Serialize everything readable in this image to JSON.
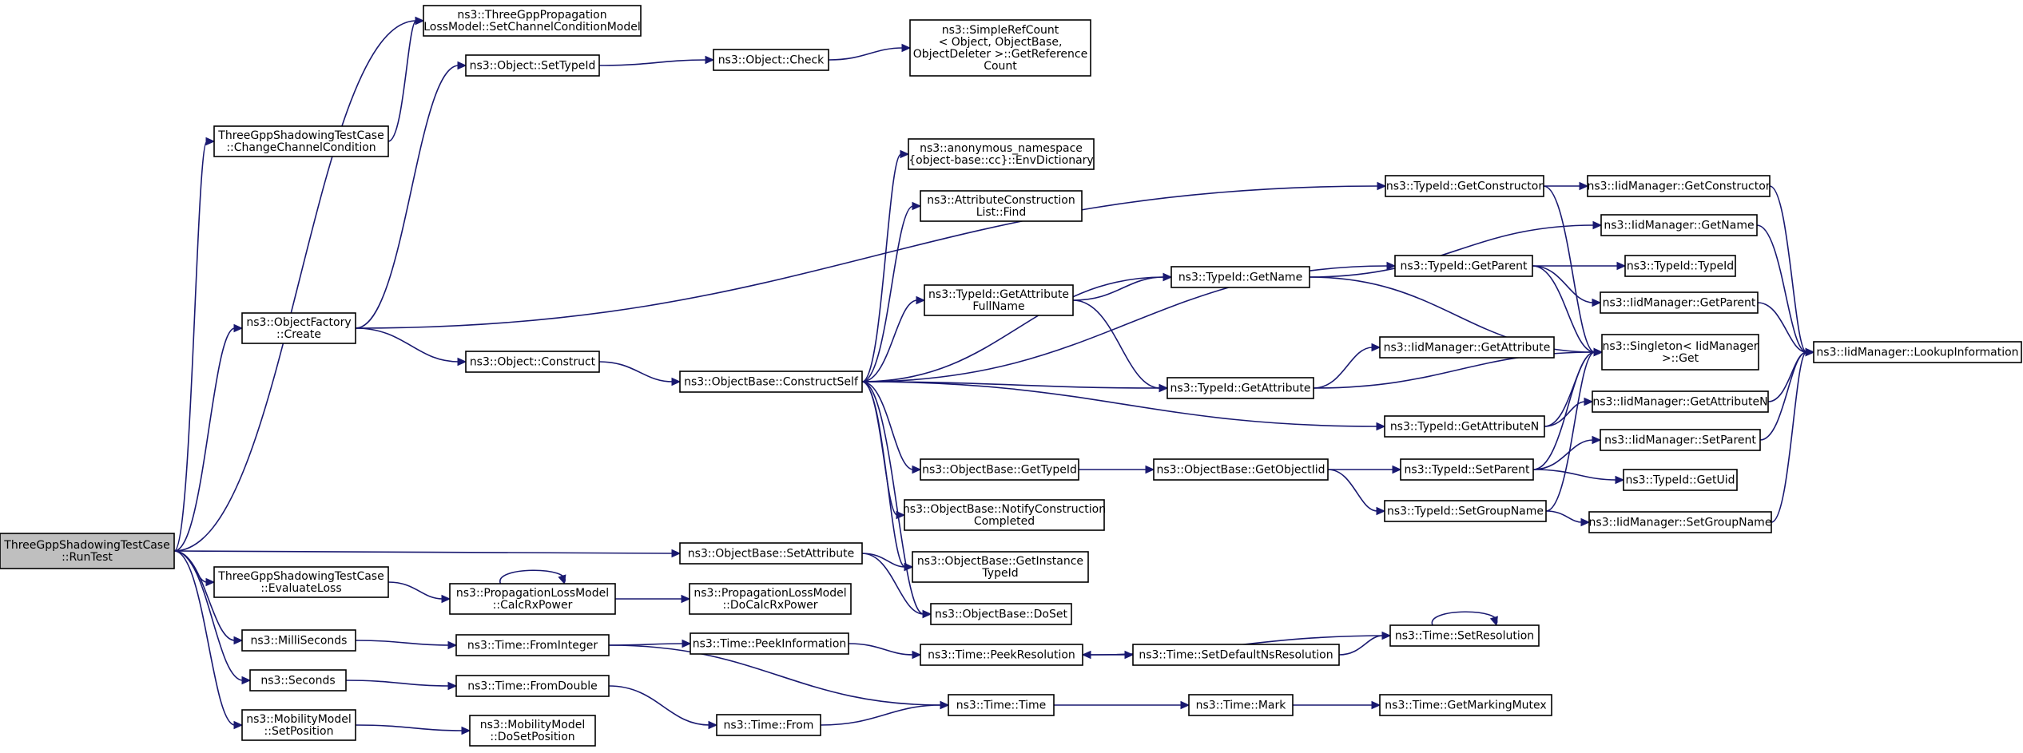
{
  "colors": {
    "edge": "#191970",
    "node_border": "#000000",
    "root_fill": "#bfbfbf",
    "node_fill": "#ffffff"
  },
  "nodes": [
    {
      "id": "run",
      "lines": [
        "ThreeGppShadowingTestCase",
        "::RunTest"
      ],
      "root": true
    },
    {
      "id": "setcc",
      "lines": [
        "ns3::ThreeGppPropagation",
        "LossModel::SetChannelConditionModel"
      ]
    },
    {
      "id": "changecc",
      "lines": [
        "ThreeGppShadowingTestCase",
        "::ChangeChannelCondition"
      ]
    },
    {
      "id": "settypeid",
      "lines": [
        "ns3::Object::SetTypeId"
      ]
    },
    {
      "id": "check",
      "lines": [
        "ns3::Object::Check"
      ]
    },
    {
      "id": "refcount",
      "lines": [
        "ns3::SimpleRefCount",
        "< Object, ObjectBase,",
        "ObjectDeleter >::GetReference",
        "Count"
      ]
    },
    {
      "id": "create",
      "lines": [
        "ns3::ObjectFactory",
        "::Create"
      ]
    },
    {
      "id": "construct",
      "lines": [
        "ns3::Object::Construct"
      ]
    },
    {
      "id": "cself",
      "lines": [
        "ns3::ObjectBase::ConstructSelf"
      ]
    },
    {
      "id": "envdict",
      "lines": [
        "ns3::anonymous_namespace",
        "{object-base::cc}::EnvDictionary"
      ]
    },
    {
      "id": "attrfind",
      "lines": [
        "ns3::AttributeConstruction",
        "List::Find"
      ]
    },
    {
      "id": "getattrfull",
      "lines": [
        "ns3::TypeId::GetAttribute",
        "FullName"
      ]
    },
    {
      "id": "getname",
      "lines": [
        "ns3::TypeId::GetName"
      ]
    },
    {
      "id": "getattr",
      "lines": [
        "ns3::TypeId::GetAttribute"
      ]
    },
    {
      "id": "getctor",
      "lines": [
        "ns3::TypeId::GetConstructor"
      ]
    },
    {
      "id": "getparent",
      "lines": [
        "ns3::TypeId::GetParent"
      ]
    },
    {
      "id": "getattrn",
      "lines": [
        "ns3::TypeId::GetAttributeN"
      ]
    },
    {
      "id": "setparent",
      "lines": [
        "ns3::TypeId::SetParent"
      ]
    },
    {
      "id": "setgroup",
      "lines": [
        "ns3::TypeId::SetGroupName"
      ]
    },
    {
      "id": "iid_getctor",
      "lines": [
        "ns3::IidManager::GetConstructor"
      ]
    },
    {
      "id": "iid_getname",
      "lines": [
        "ns3::IidManager::GetName"
      ]
    },
    {
      "id": "typeid",
      "lines": [
        "ns3::TypeId::TypeId"
      ]
    },
    {
      "id": "iid_getparent",
      "lines": [
        "ns3::IidManager::GetParent"
      ]
    },
    {
      "id": "iid_getattr",
      "lines": [
        "ns3::IidManager::GetAttribute"
      ]
    },
    {
      "id": "singleton",
      "lines": [
        "ns3::Singleton< IidManager",
        ">::Get"
      ]
    },
    {
      "id": "iid_getattrn",
      "lines": [
        "ns3::IidManager::GetAttributeN"
      ]
    },
    {
      "id": "iid_setparent",
      "lines": [
        "ns3::IidManager::SetParent"
      ]
    },
    {
      "id": "getuid",
      "lines": [
        "ns3::TypeId::GetUid"
      ]
    },
    {
      "id": "iid_setgroup",
      "lines": [
        "ns3::IidManager::SetGroupName"
      ]
    },
    {
      "id": "lookup",
      "lines": [
        "ns3::IidManager::LookupInformation"
      ]
    },
    {
      "id": "gettypeid",
      "lines": [
        "ns3::ObjectBase::GetTypeId"
      ]
    },
    {
      "id": "getobjiid",
      "lines": [
        "ns3::ObjectBase::GetObjectIid"
      ]
    },
    {
      "id": "notify",
      "lines": [
        "ns3::ObjectBase::NotifyConstruction",
        "Completed"
      ]
    },
    {
      "id": "getinst",
      "lines": [
        "ns3::ObjectBase::GetInstance",
        "TypeId"
      ]
    },
    {
      "id": "doset",
      "lines": [
        "ns3::ObjectBase::DoSet"
      ]
    },
    {
      "id": "setattr",
      "lines": [
        "ns3::ObjectBase::SetAttribute"
      ]
    },
    {
      "id": "evalloss",
      "lines": [
        "ThreeGppShadowingTestCase",
        "::EvaluateLoss"
      ]
    },
    {
      "id": "calcrx",
      "lines": [
        "ns3::PropagationLossModel",
        "::CalcRxPower"
      ]
    },
    {
      "id": "docalcrx",
      "lines": [
        "ns3::PropagationLossModel",
        "::DoCalcRxPower"
      ]
    },
    {
      "id": "milli",
      "lines": [
        "ns3::MilliSeconds"
      ]
    },
    {
      "id": "seconds",
      "lines": [
        "ns3::Seconds"
      ]
    },
    {
      "id": "setpos",
      "lines": [
        "ns3::MobilityModel",
        "::SetPosition"
      ]
    },
    {
      "id": "dosetpos",
      "lines": [
        "ns3::MobilityModel",
        "::DoSetPosition"
      ]
    },
    {
      "id": "fromint",
      "lines": [
        "ns3::Time::FromInteger"
      ]
    },
    {
      "id": "fromdouble",
      "lines": [
        "ns3::Time::FromDouble"
      ]
    },
    {
      "id": "from",
      "lines": [
        "ns3::Time::From"
      ]
    },
    {
      "id": "peekinfo",
      "lines": [
        "ns3::Time::PeekInformation"
      ]
    },
    {
      "id": "peekres",
      "lines": [
        "ns3::Time::PeekResolution"
      ]
    },
    {
      "id": "setdefres",
      "lines": [
        "ns3::Time::SetDefaultNsResolution"
      ]
    },
    {
      "id": "setres",
      "lines": [
        "ns3::Time::SetResolution"
      ]
    },
    {
      "id": "time",
      "lines": [
        "ns3::Time::Time"
      ]
    },
    {
      "id": "mark",
      "lines": [
        "ns3::Time::Mark"
      ]
    },
    {
      "id": "getmutex",
      "lines": [
        "ns3::Time::GetMarkingMutex"
      ]
    }
  ],
  "edges": [
    [
      "run",
      "setcc"
    ],
    [
      "run",
      "changecc"
    ],
    [
      "run",
      "create"
    ],
    [
      "run",
      "setattr"
    ],
    [
      "run",
      "evalloss"
    ],
    [
      "run",
      "milli"
    ],
    [
      "run",
      "seconds"
    ],
    [
      "run",
      "setpos"
    ],
    [
      "changecc",
      "setcc"
    ],
    [
      "create",
      "settypeid"
    ],
    [
      "create",
      "getctor"
    ],
    [
      "create",
      "construct"
    ],
    [
      "settypeid",
      "check"
    ],
    [
      "check",
      "refcount"
    ],
    [
      "construct",
      "cself"
    ],
    [
      "cself",
      "envdict"
    ],
    [
      "cself",
      "attrfind"
    ],
    [
      "cself",
      "getname"
    ],
    [
      "cself",
      "getattrfull"
    ],
    [
      "cself",
      "getparent"
    ],
    [
      "cself",
      "getattr"
    ],
    [
      "cself",
      "getattrn"
    ],
    [
      "cself",
      "gettypeid"
    ],
    [
      "cself",
      "notify"
    ],
    [
      "cself",
      "getinst"
    ],
    [
      "cself",
      "doset"
    ],
    [
      "getattrfull",
      "getname"
    ],
    [
      "getattrfull",
      "getattr"
    ],
    [
      "getname",
      "iid_getname"
    ],
    [
      "getname",
      "singleton"
    ],
    [
      "getattr",
      "iid_getattr"
    ],
    [
      "getattr",
      "singleton"
    ],
    [
      "getctor",
      "iid_getctor"
    ],
    [
      "getctor",
      "singleton"
    ],
    [
      "getparent",
      "typeid"
    ],
    [
      "getparent",
      "iid_getparent"
    ],
    [
      "getparent",
      "singleton"
    ],
    [
      "getattrn",
      "singleton"
    ],
    [
      "getattrn",
      "iid_getattrn"
    ],
    [
      "setparent",
      "singleton"
    ],
    [
      "setparent",
      "iid_setparent"
    ],
    [
      "setparent",
      "getuid"
    ],
    [
      "setgroup",
      "singleton"
    ],
    [
      "setgroup",
      "iid_setgroup"
    ],
    [
      "iid_getctor",
      "lookup"
    ],
    [
      "iid_getname",
      "lookup"
    ],
    [
      "iid_getparent",
      "lookup"
    ],
    [
      "iid_getattrn",
      "lookup"
    ],
    [
      "iid_setparent",
      "lookup"
    ],
    [
      "iid_setgroup",
      "lookup"
    ],
    [
      "gettypeid",
      "getobjiid"
    ],
    [
      "getobjiid",
      "setparent"
    ],
    [
      "getobjiid",
      "setgroup"
    ],
    [
      "setattr",
      "getinst"
    ],
    [
      "setattr",
      "doset"
    ],
    [
      "evalloss",
      "calcrx"
    ],
    [
      "calcrx",
      "calcrx"
    ],
    [
      "calcrx",
      "docalcrx"
    ],
    [
      "milli",
      "fromint"
    ],
    [
      "seconds",
      "fromdouble"
    ],
    [
      "setpos",
      "dosetpos"
    ],
    [
      "fromint",
      "peekinfo"
    ],
    [
      "fromint",
      "time"
    ],
    [
      "fromdouble",
      "from"
    ],
    [
      "from",
      "time"
    ],
    [
      "peekinfo",
      "peekres"
    ],
    [
      "peekres",
      "setdefres"
    ],
    [
      "setdefres",
      "setres"
    ],
    [
      "setres",
      "peekres"
    ],
    [
      "setres",
      "setres"
    ],
    [
      "time",
      "mark"
    ],
    [
      "mark",
      "getmutex"
    ]
  ]
}
